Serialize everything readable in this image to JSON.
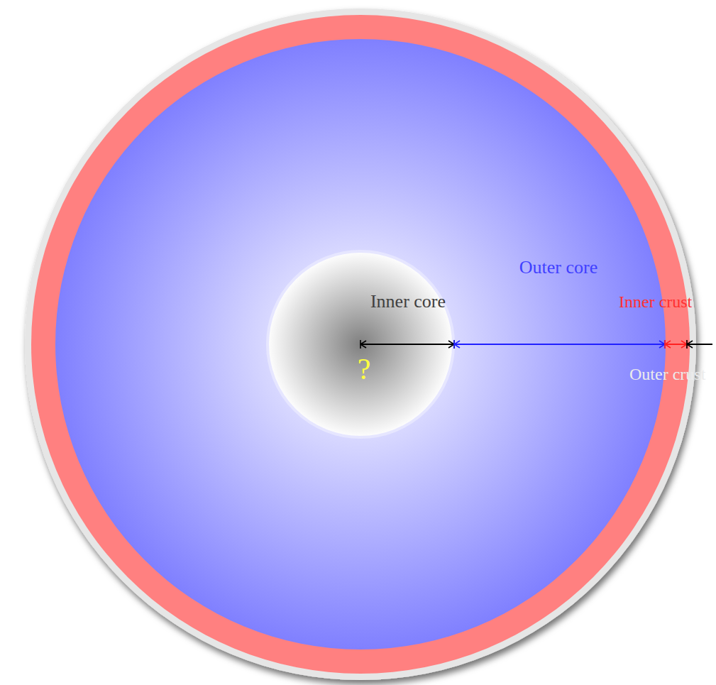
{
  "diagram": {
    "labels": [
      "Outer core",
      "Inner core",
      "Inner crust",
      "?",
      "Outer crust"
    ]
  }
}
